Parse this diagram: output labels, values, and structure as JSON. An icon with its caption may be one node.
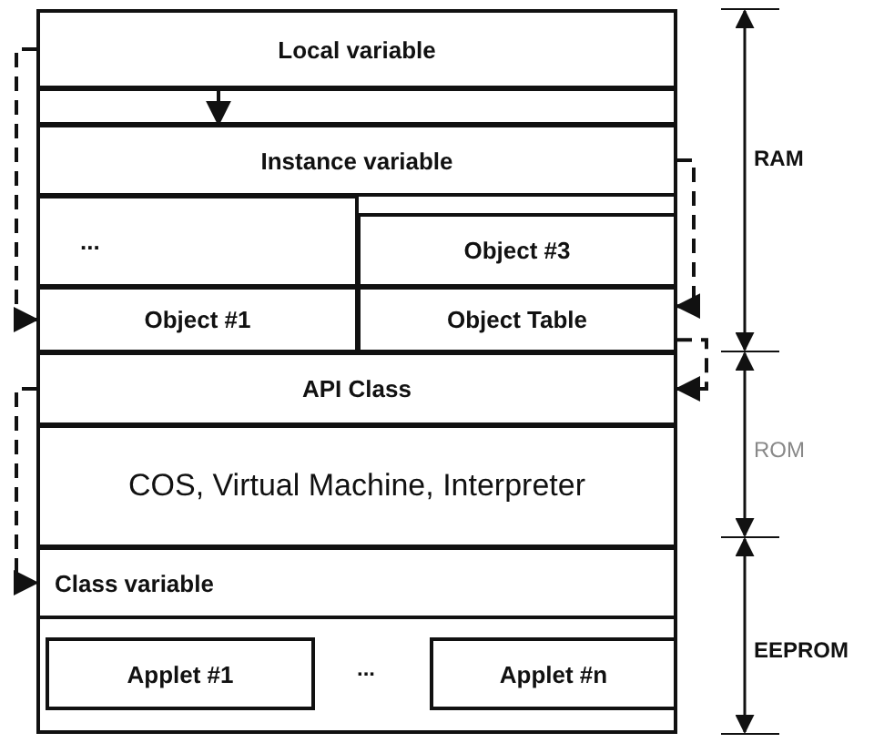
{
  "diagram": {
    "nodes": [
      {
        "text": [
          "Local variable"
        ]
      },
      {
        "text": [
          "Instance variable"
        ]
      },
      {
        "text": [
          "..."
        ]
      },
      {
        "text": [
          "Object #3"
        ]
      },
      {
        "text": [
          "Object #1"
        ]
      },
      {
        "text": [
          "Object Table"
        ]
      },
      {
        "text": [
          "API Class"
        ]
      },
      {
        "text": [
          "COS, Virtual Machine, Interpreter"
        ]
      },
      {
        "text": [
          "Class variable"
        ]
      },
      {
        "text": [
          "Applet #1"
        ]
      },
      {
        "text": [
          "Applet #n"
        ]
      }
    ],
    "edges": [
      {
        "from": 0,
        "to": 1,
        "arrow": "to"
      },
      {
        "from": 0,
        "to": 4,
        "arrow": "to",
        "style": "dashed"
      },
      {
        "from": 1,
        "to": 5,
        "arrow": "to",
        "style": "dashed"
      },
      {
        "from": 5,
        "to": 6,
        "arrow": "to",
        "style": "dashed"
      },
      {
        "from": 6,
        "to": 8,
        "arrow": "to",
        "style": "dashed"
      }
    ],
    "labels": [
      "...",
      "RAM",
      "ROM",
      "EEPROM"
    ]
  }
}
